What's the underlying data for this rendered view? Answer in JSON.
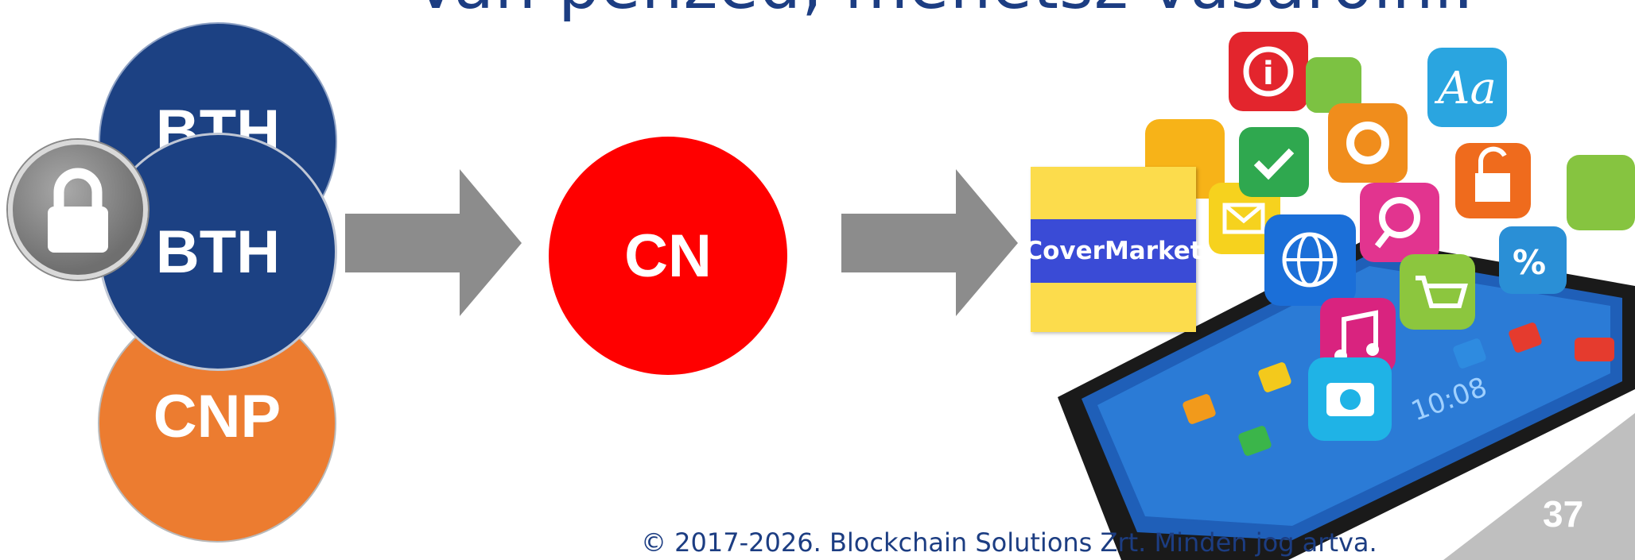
{
  "slide": {
    "title": "Van pénzed, mehetsz vásárolni.",
    "page_number": "37",
    "footer": "© 2017-2026. Blockchain Solutions Zrt. Minden jog     artva."
  },
  "flow": {
    "circles": {
      "cnp": "CNP",
      "bth_top": "BTH",
      "bth_main": "BTH",
      "cn": "CN"
    },
    "destination_logo": "CoverMarket"
  },
  "colors": {
    "navy": "#1c4183",
    "orange": "#ec7c30",
    "red": "#ff0000",
    "arrow_gray": "#8c8c8c",
    "logo_yellow": "#fcdc4c",
    "logo_blue": "#3a4bd6",
    "corner_gray": "#bfbfbf"
  },
  "icons": [
    "lock-icon",
    "info-icon",
    "gear-icon",
    "text-icon",
    "check-icon",
    "mail-icon",
    "globe-icon",
    "search-icon",
    "unlock-icon",
    "music-icon",
    "cart-icon",
    "percent-icon",
    "camera-icon",
    "rss-icon"
  ]
}
